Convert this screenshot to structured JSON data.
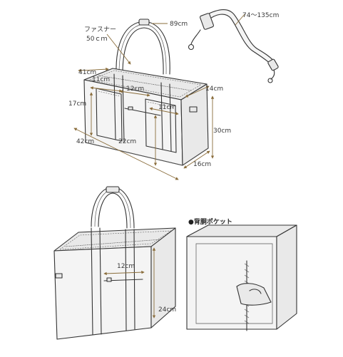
{
  "labels": {
    "zipper": "ファスナー",
    "zipper_len": "50ｃｍ",
    "handle_len": "89cm",
    "strap_len": "74〜135cm",
    "top_len": "41cm",
    "pocket_w1": "11cm",
    "pocket_w2": "12cm",
    "depth_top": "14cm",
    "side_h": "17cm",
    "pocket_w3": "11cm",
    "height": "30cm",
    "length": "42cm",
    "inner_w": "22cm",
    "depth": "16cm",
    "back_pocket_w": "12cm",
    "back_pocket_h": "24cm",
    "back_pocket_title": "●背胴ポケット"
  },
  "colors": {
    "outline": "#333333",
    "dimension": "#8a6d3b"
  }
}
